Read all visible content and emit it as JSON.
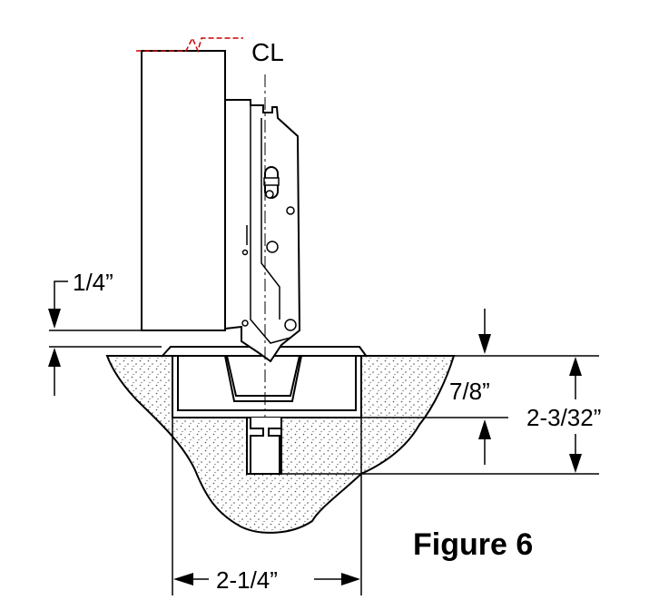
{
  "drawing": {
    "centerline_symbol": "CL",
    "figure_label": "Figure 6",
    "dimensions": {
      "offset": "1/4”",
      "cup_depth": "7/8”",
      "overall_depth": "2-3/32”",
      "width": "2-1/4”"
    }
  },
  "colors": {
    "line": "#000000",
    "break_line": "#cc0000",
    "stipple": "#555555"
  }
}
